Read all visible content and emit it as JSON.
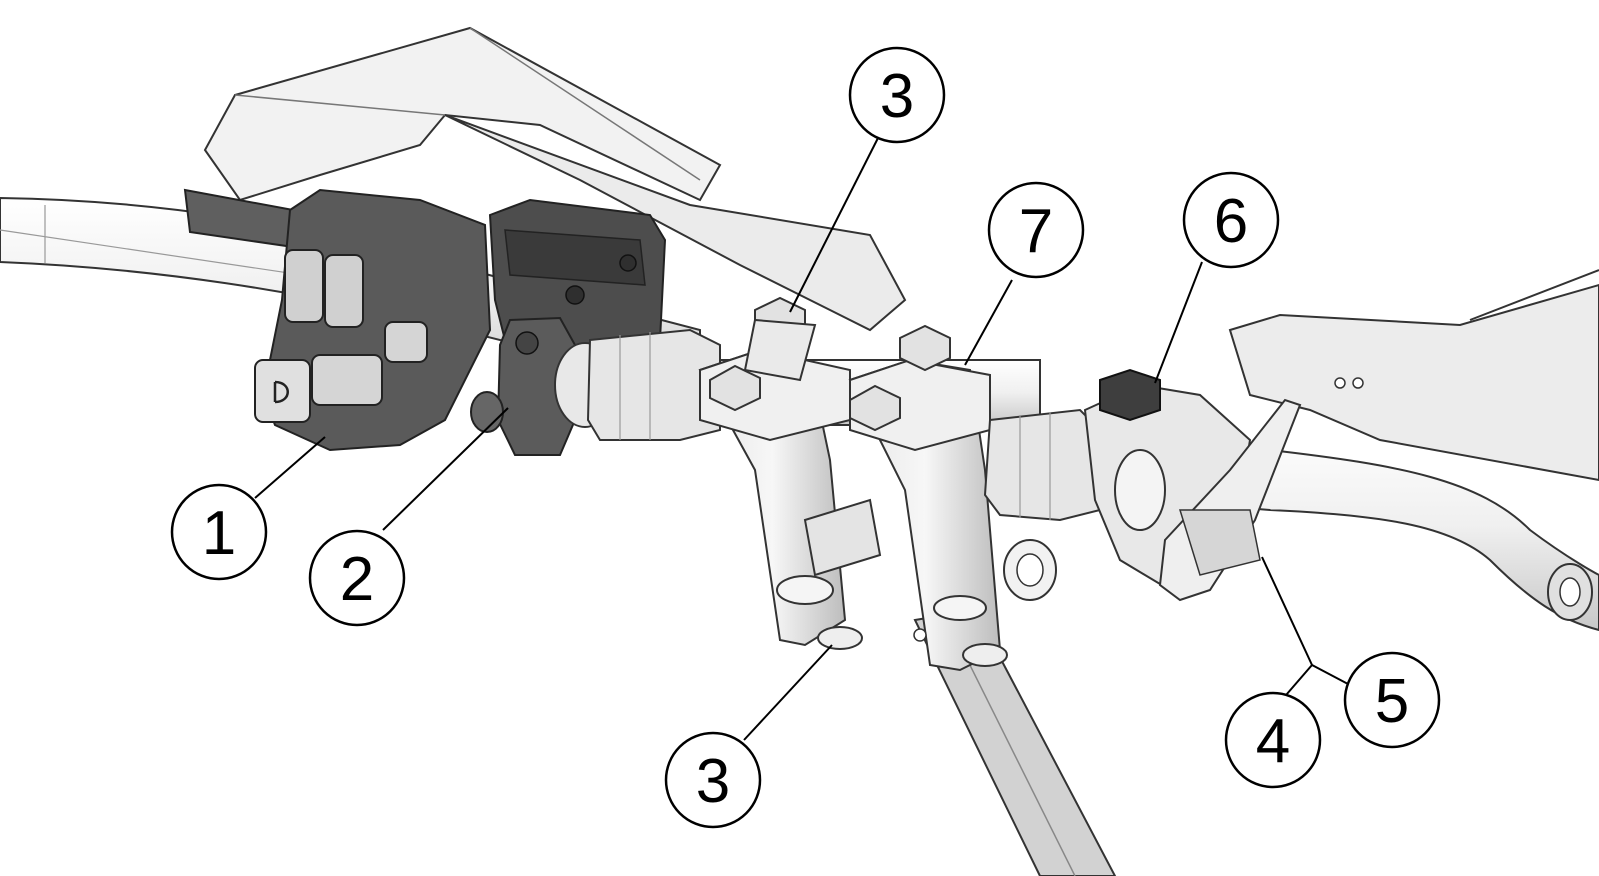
{
  "diagram": {
    "callouts": [
      {
        "id": "c1",
        "label": "1"
      },
      {
        "id": "c2",
        "label": "2"
      },
      {
        "id": "c3a",
        "label": "3"
      },
      {
        "id": "c3b",
        "label": "3"
      },
      {
        "id": "c4",
        "label": "4"
      },
      {
        "id": "c5",
        "label": "5"
      },
      {
        "id": "c6",
        "label": "6"
      },
      {
        "id": "c7",
        "label": "7"
      }
    ],
    "colors": {
      "line": "#000000",
      "metal_light": "#f2f2f2",
      "metal_mid": "#d9d9d9",
      "metal_dark": "#b5b5b5",
      "switch_housing": "#5a5a5a",
      "switch_dark": "#3c3c3c"
    }
  }
}
